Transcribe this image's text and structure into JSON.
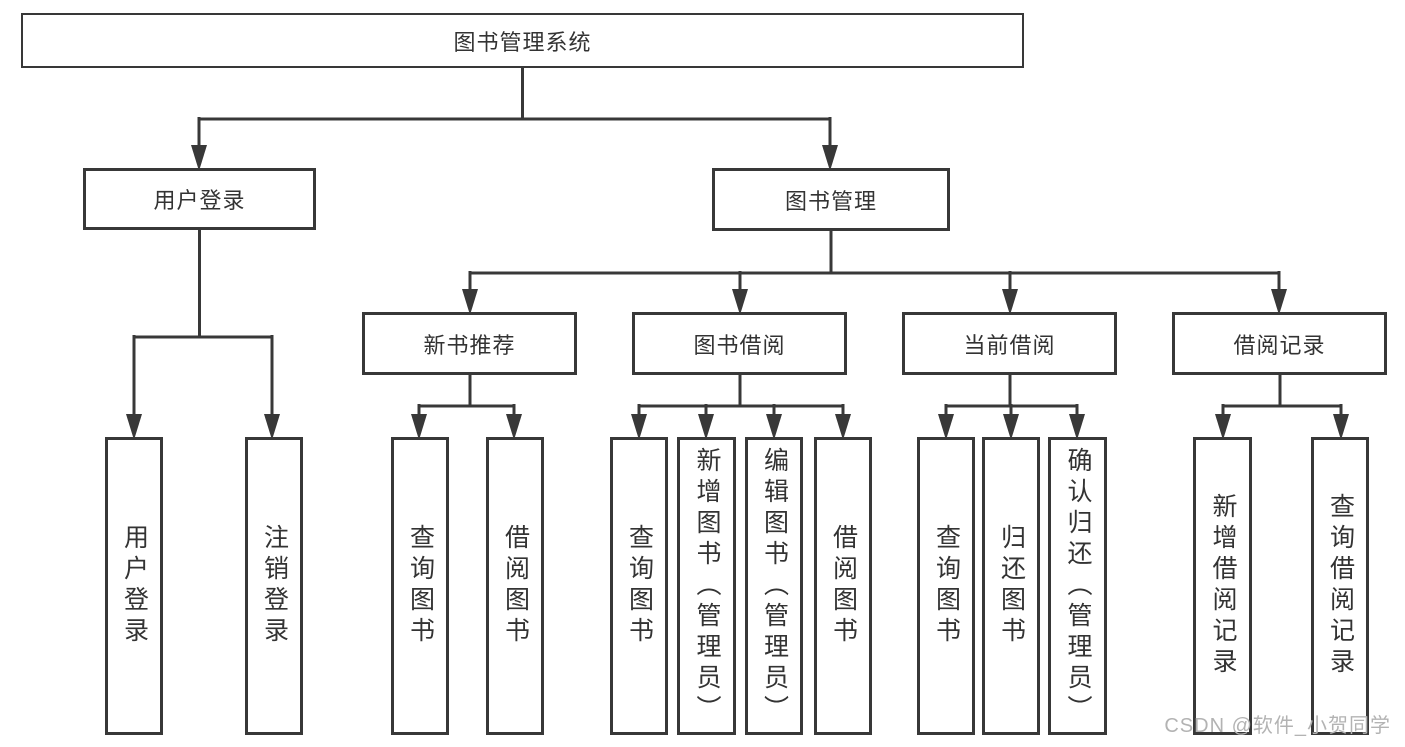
{
  "colors": {
    "line": "#383838",
    "text": "#333333",
    "background": "#ffffff",
    "watermark_text_color": "#b3b3b3"
  },
  "watermark": {
    "text": "CSDN @软件_小贺同学"
  },
  "diagram": {
    "type": "hierarchy-tree",
    "root": {
      "label": "图书管理系统"
    },
    "level2": [
      {
        "label": "用户登录"
      },
      {
        "label": "图书管理"
      }
    ],
    "level3": [
      {
        "label": "新书推荐"
      },
      {
        "label": "图书借阅"
      },
      {
        "label": "当前借阅"
      },
      {
        "label": "借阅记录"
      }
    ],
    "leaves": {
      "user_login": [
        {
          "label": "用户登录"
        },
        {
          "label": "注销登录"
        }
      ],
      "new_books": [
        {
          "label": "查询图书"
        },
        {
          "label": "借阅图书"
        }
      ],
      "book_borrowing": [
        {
          "label": "查询图书"
        },
        {
          "label": "新增图书（管理员）"
        },
        {
          "label": "编辑图书（管理员）"
        },
        {
          "label": "借阅图书"
        }
      ],
      "current_borrowing": [
        {
          "label": "查询图书"
        },
        {
          "label": "归还图书"
        },
        {
          "label": "确认归还（管理员）"
        }
      ],
      "borrowing_records": [
        {
          "label": "新增借阅记录"
        },
        {
          "label": "查询借阅记录"
        }
      ]
    }
  }
}
